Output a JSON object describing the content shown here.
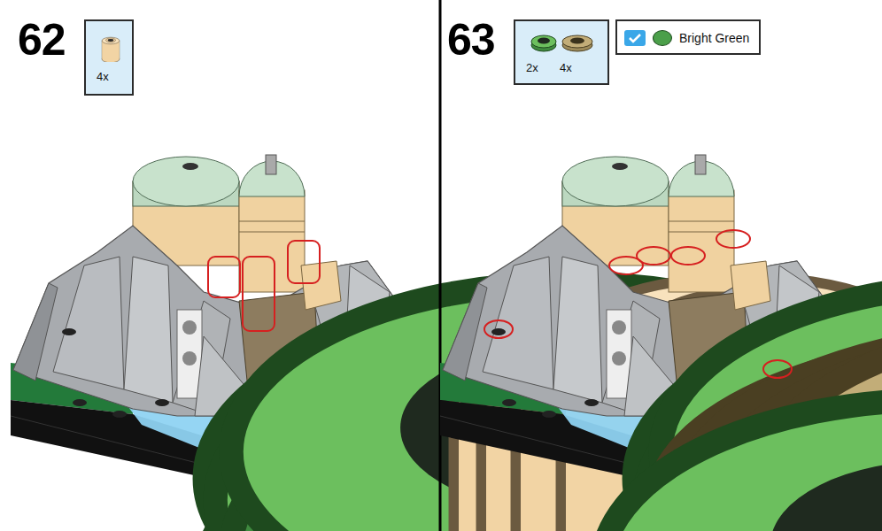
{
  "diagram": {
    "nodes": [
      {
        "text": [
          "4x"
        ]
      },
      {
        "text": [
          "2x",
          "4x"
        ]
      }
    ],
    "labels": [
      "62",
      "63"
    ],
    "legend": [
      {
        "text": "Bright Green",
        "color": "#4b9f4a"
      }
    ]
  }
}
